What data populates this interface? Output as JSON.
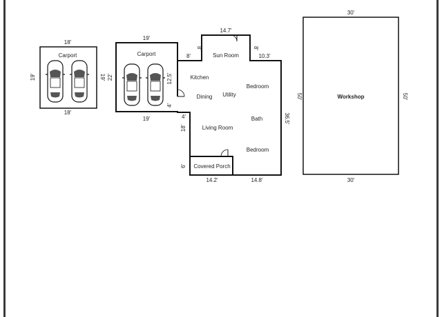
{
  "carport_left": {
    "name": "Carport",
    "top": "18'",
    "bottom": "18'",
    "left": "19'",
    "right": "19'"
  },
  "carport_mid": {
    "name": "Carport",
    "top": "19'",
    "bottom": "19'",
    "left": "22'"
  },
  "house": {
    "rooms": {
      "sun_room": "Sun Room",
      "kitchen": "Kitchen",
      "dining": "Dining",
      "utility": "Utility",
      "bedroom_1": "Bedroom",
      "bath": "Bath",
      "living_room": "Living Room",
      "bedroom_2": "Bedroom",
      "covered_porch": "Covered Porch"
    },
    "dims": {
      "sun_room_top": "14.7'",
      "sun_room_left": "8'",
      "sun_room_right": "8'",
      "step_left": "8'",
      "step_right": "10.3'",
      "garage_side": "12.5'",
      "small_side": "4'",
      "small_step": "4'",
      "living_side": "18'",
      "porch_side": "6'",
      "right_side": "36.5'",
      "bottom_left": "14.2'",
      "bottom_right": "14.8'"
    }
  },
  "workshop": {
    "name": "Workshop",
    "top": "30'",
    "bottom": "30'",
    "left": "50'",
    "right": "50'"
  }
}
